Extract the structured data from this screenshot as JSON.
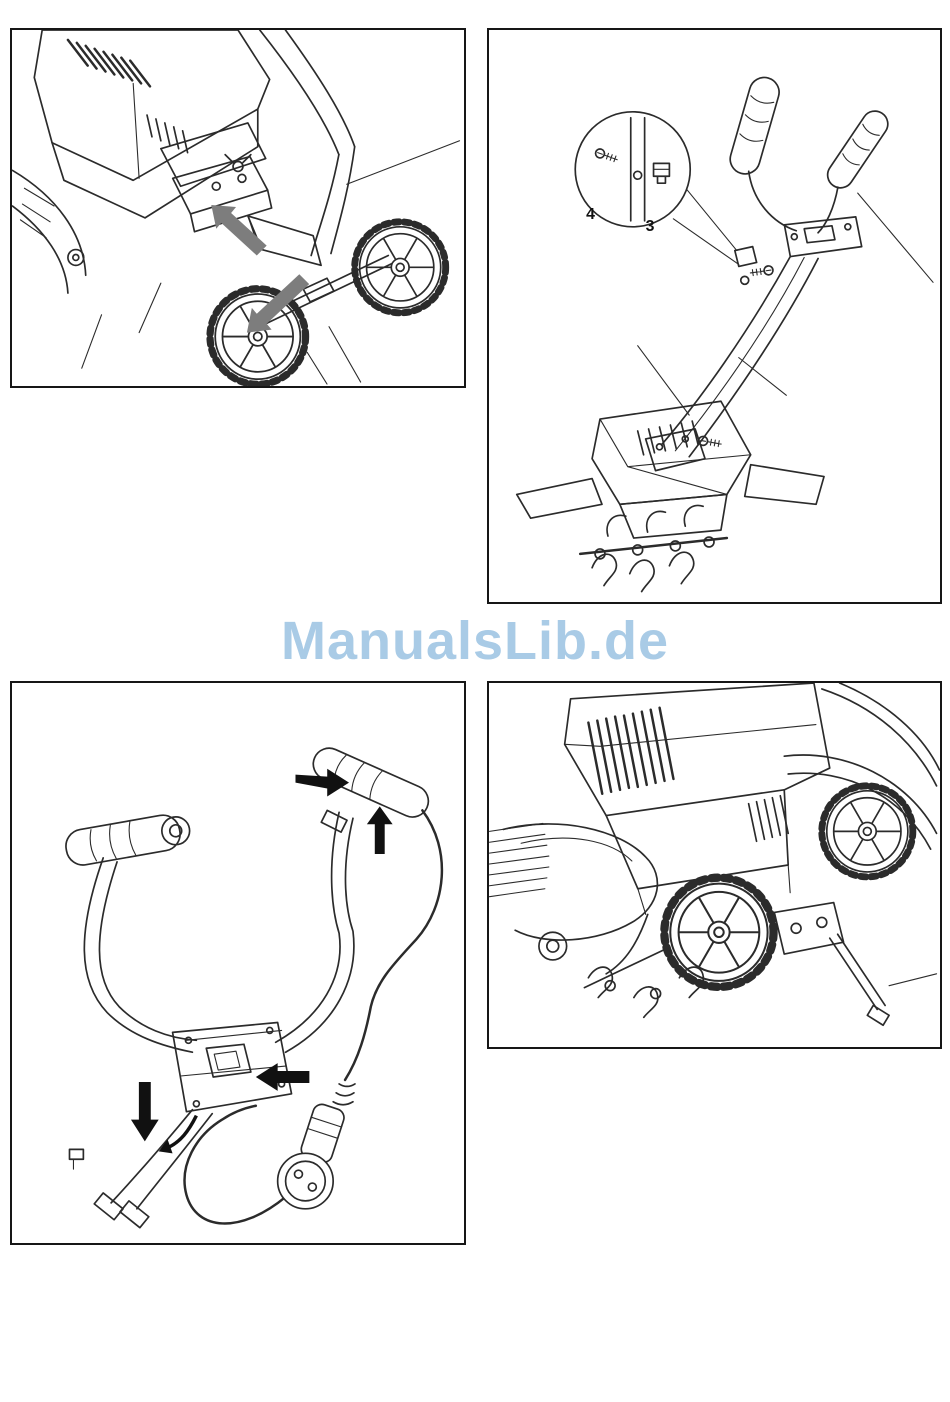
{
  "watermark": {
    "text": "ManualsLib.de",
    "color": "#a9cbe6"
  },
  "figures": {
    "wheel_assembly": {
      "name": "wheel-axle-assembly"
    },
    "tiller_overview": {
      "name": "tiller-overview",
      "labels": {
        "part4": "4",
        "part3": "3"
      }
    },
    "handle_cable": {
      "name": "handle-switch-cable-plug"
    },
    "tiller_rear": {
      "name": "tiller-rear-wheels"
    }
  },
  "colors": {
    "line": "#2b2b2b",
    "panel_border": "#161616",
    "arrow_gray": "#7d7d7d",
    "arrow_black": "#111111",
    "background": "#ffffff"
  }
}
